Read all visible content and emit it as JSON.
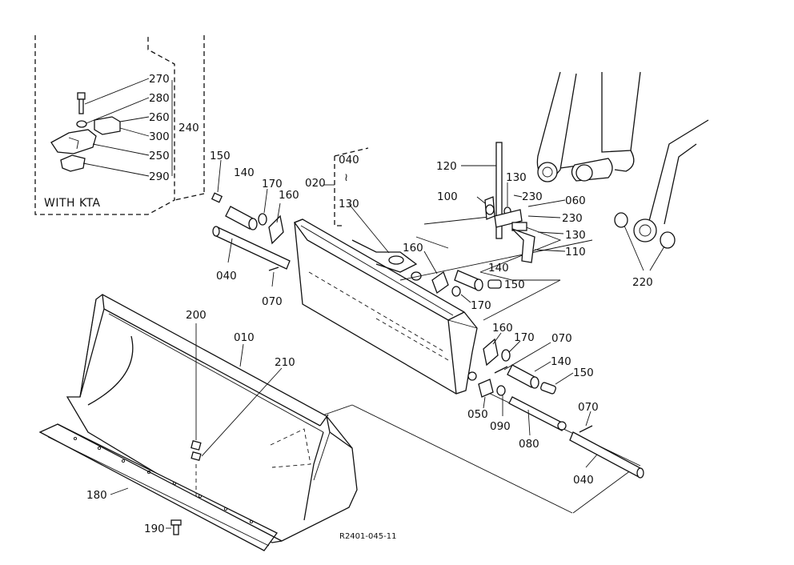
{
  "diagram": {
    "inset_caption": "WITH KTA",
    "reference_code": "R2401-045-11",
    "range_separator": "≀",
    "labels": {
      "p010": "010",
      "p020": "020",
      "p040_range": "040",
      "p130_range": "130",
      "p040_left": "040",
      "p040_right": "040",
      "p050": "050",
      "p060": "060",
      "p070_left": "070",
      "p070_mid": "070",
      "p070_right": "070",
      "p080": "080",
      "p090": "090",
      "p100": "100",
      "p110": "110",
      "p120": "120",
      "p130_a": "130",
      "p130_b": "130",
      "p140_left": "140",
      "p140_mid": "140",
      "p140_right": "140",
      "p150_left": "150",
      "p150_mid": "150",
      "p150_right": "150",
      "p160_left": "160",
      "p160_mid": "160",
      "p160_right": "160",
      "p170_left": "170",
      "p170_mid": "170",
      "p170_right": "170",
      "p180": "180",
      "p190": "190",
      "p200": "200",
      "p210": "210",
      "p220": "220",
      "p230_a": "230",
      "p230_b": "230",
      "p240": "240",
      "p250": "250",
      "p260": "260",
      "p270": "270",
      "p280": "280",
      "p290": "290",
      "p300": "300"
    }
  }
}
